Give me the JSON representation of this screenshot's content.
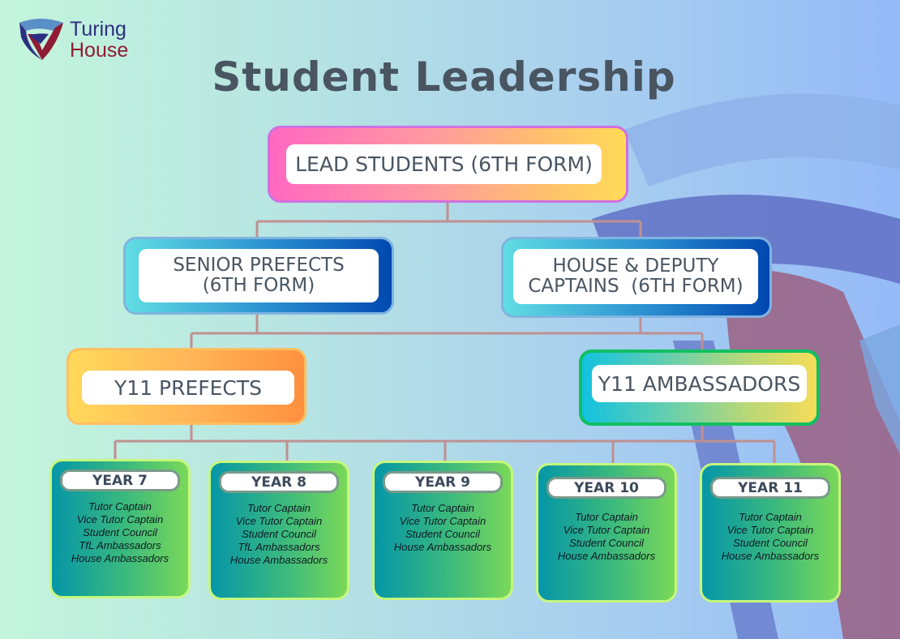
{
  "logo": {
    "line1": "Turing",
    "line2": "House",
    "colors": {
      "navy": "#2c2f80",
      "maroon": "#8f1b34",
      "light_blue": "#5b8fc8"
    }
  },
  "title": "Student Leadership",
  "nodes": {
    "lead": "LEAD STUDENTS (6TH FORM)",
    "senior": {
      "line1": "SENIOR PREFECTS",
      "line2": "(6TH FORM)"
    },
    "house": {
      "line1": "HOUSE & DEPUTY",
      "line2": "CAPTAINS  (6TH FORM)"
    },
    "y11_prefects": "Y11 PREFECTS",
    "y11_ambassadors": "Y11 AMBASSADORS"
  },
  "years": [
    {
      "label": "YEAR 7",
      "roles": [
        "Tutor Captain",
        "Vice Tutor Captain",
        "Student Council",
        "TfL Ambassadors",
        "House Ambassadors"
      ]
    },
    {
      "label": "YEAR 8",
      "roles": [
        "Tutor Captain",
        "Vice Tutor Captain",
        "Student Council",
        "TfL Ambassadors",
        "House Ambassadors"
      ]
    },
    {
      "label": "YEAR 9",
      "roles": [
        "Tutor Captain",
        "Vice Tutor Captain",
        "Student Council",
        "House Ambassadors"
      ]
    },
    {
      "label": "YEAR 10",
      "roles": [
        "Tutor Captain",
        "Vice Tutor Captain",
        "Student Council",
        "House Ambassadors"
      ]
    },
    {
      "label": "YEAR 11",
      "roles": [
        "Tutor Captain",
        "Vice Tutor Captain",
        "Student Council",
        "House Ambassadors"
      ]
    }
  ],
  "colors": {
    "connector": "#c09090",
    "title": "#4a5562"
  }
}
